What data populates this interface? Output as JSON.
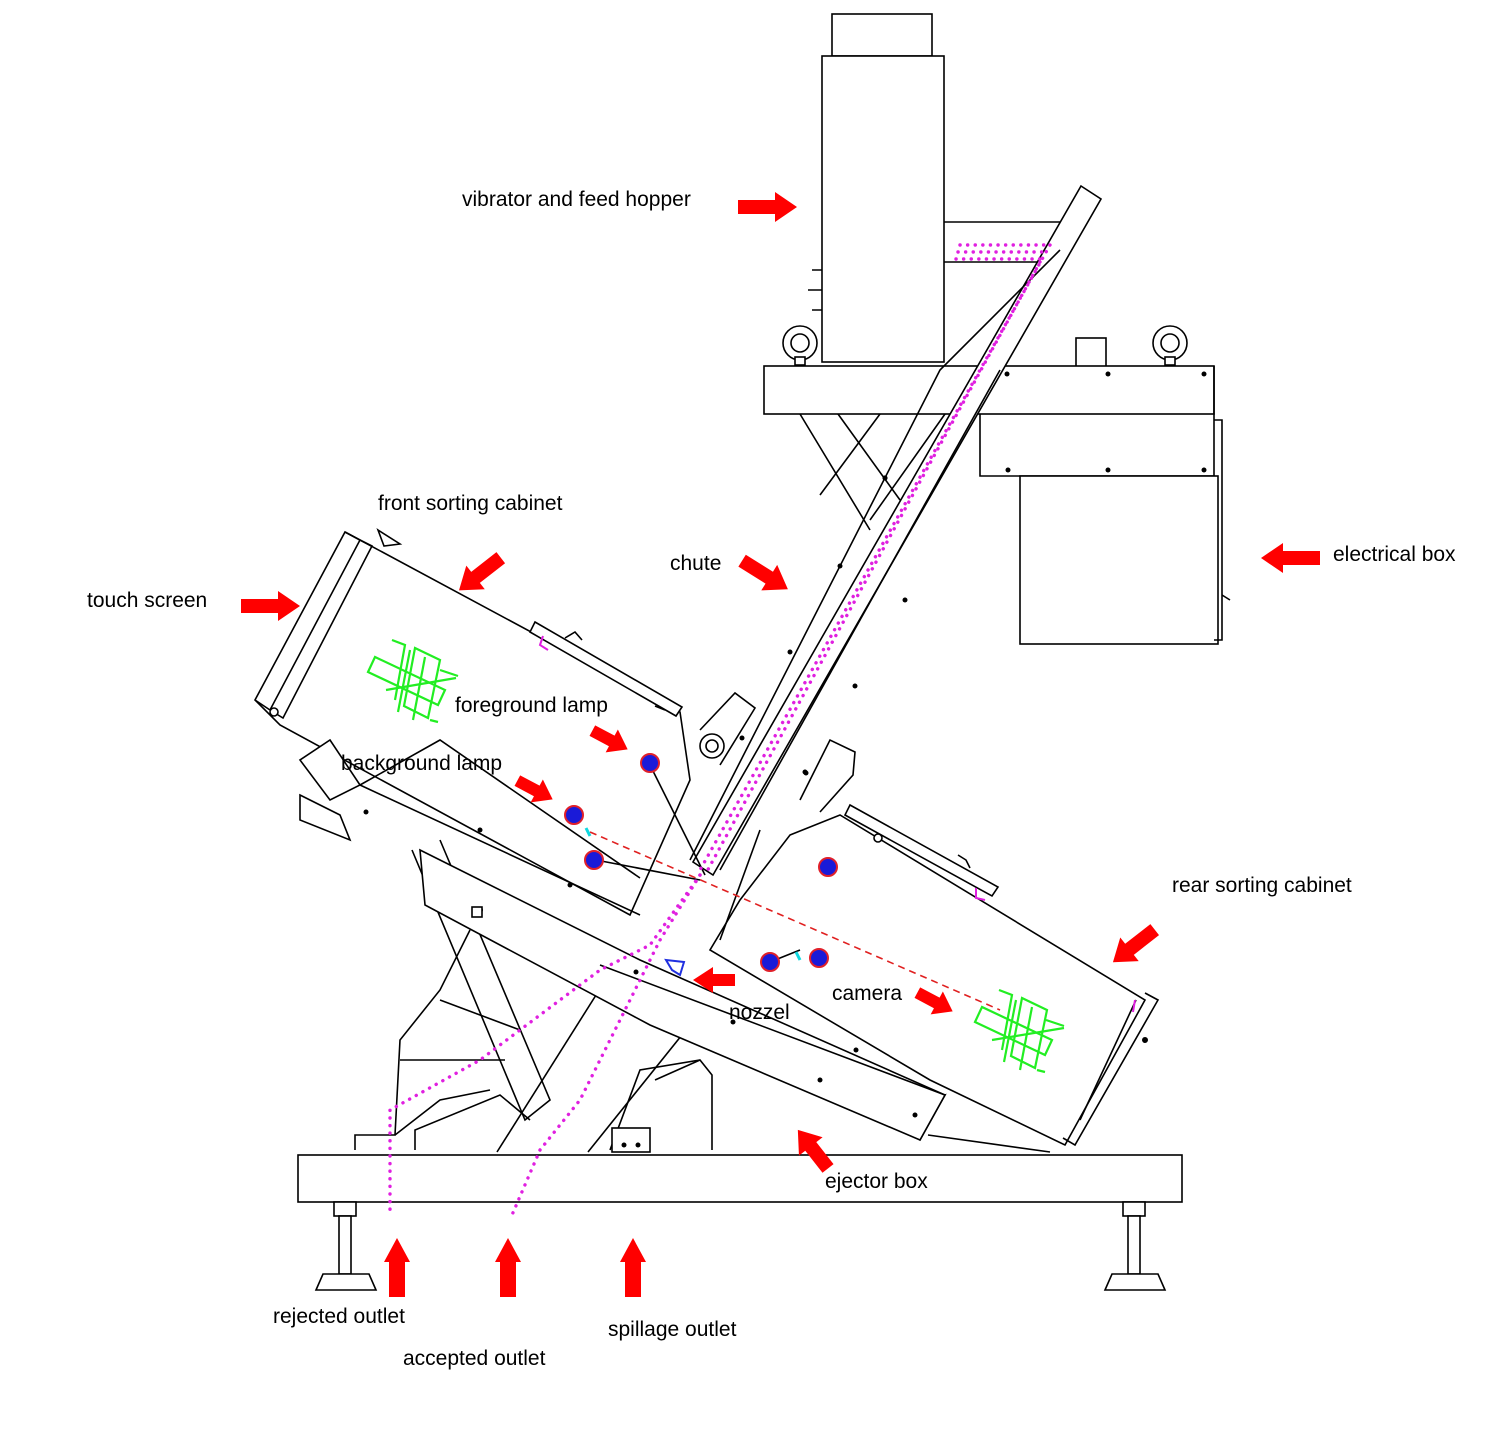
{
  "labels": {
    "vibrator_hopper": "vibrator and feed hopper",
    "front_cabinet": "front sorting cabinet",
    "chute": "chute",
    "electrical_box": "electrical box",
    "touch_screen": "touch screen",
    "foreground_lamp": "foreground lamp",
    "background_lamp": "background lamp",
    "rear_cabinet": "rear sorting cabinet",
    "camera": "camera",
    "nozzel": "nozzel",
    "ejector_box": "ejector box",
    "rejected_outlet": "rejected outlet",
    "accepted_outlet": "accepted outlet",
    "spillage_outlet": "spillage outlet"
  },
  "colors": {
    "arrow": "#ff0000",
    "outline": "#000000",
    "material_flow": "#e020e0",
    "lamp_fill": "#1a1ad8",
    "lamp_ring": "#e0202a",
    "camera": "#22ee22",
    "light_path": "#e02020",
    "nozzle": "#2030e0",
    "lens": "#10d8e0"
  }
}
